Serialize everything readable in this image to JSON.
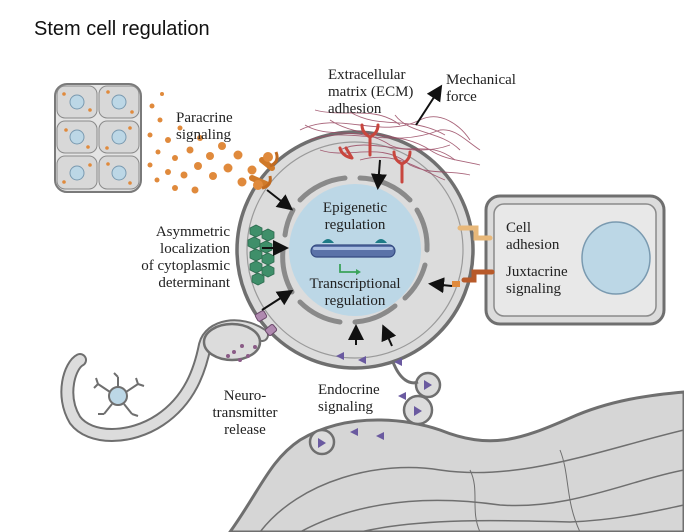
{
  "title": "Stem cell regulation",
  "labels": {
    "paracrine": [
      "Paracrine",
      "signaling"
    ],
    "ecm": [
      "Extracellular",
      "matrix (ECM)",
      "adhesion"
    ],
    "mechanical": [
      "Mechanical",
      "force"
    ],
    "asymmetric": [
      "Asymmetric",
      "localization",
      "of cytoplasmic",
      "determinant"
    ],
    "epigenetic": [
      "Epigenetic",
      "regulation"
    ],
    "transcriptional": [
      "Transcriptional",
      "regulation"
    ],
    "cell_adhesion": [
      "Cell",
      "adhesion"
    ],
    "juxtacrine": [
      "Juxtacrine",
      "signaling"
    ],
    "neuro": [
      "Neuro-",
      "transmitter",
      "release"
    ],
    "endocrine": [
      "Endocrine",
      "signaling"
    ]
  },
  "colors": {
    "cell_fill": "#dcdcdc",
    "cell_stroke": "#6f6f6f",
    "nucleus": "#bcd7e6",
    "paracrine": "#e08a3c",
    "ecm": "#9a4a63",
    "receptor": "#c8463e",
    "determinant": "#3f8f6a",
    "neuro": "#8a5b86",
    "endocrine": "#6a5aa0"
  }
}
